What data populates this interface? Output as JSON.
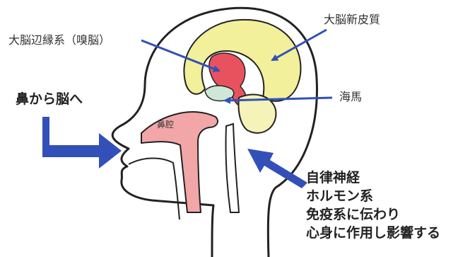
{
  "labels": {
    "limbic": "大脳辺縁系（嗅脳）",
    "cortex": "大脳新皮質",
    "hippocampus": "海馬",
    "nose_to_brain": "鼻から脳へ",
    "nasal_cavity": "鼻腔"
  },
  "effects": [
    "自律神経",
    "ホルモン系",
    "免疫系に伝わり",
    "心身に作用し影響する"
  ],
  "colors": {
    "outline": "#222222",
    "cortex": "#f2f09a",
    "limbic": "#e8525f",
    "hippocampus": "#cfe7d6",
    "brainstem": "#f5f3b8",
    "nasal": "#f2a6a8",
    "arrow": "#3250b8"
  }
}
